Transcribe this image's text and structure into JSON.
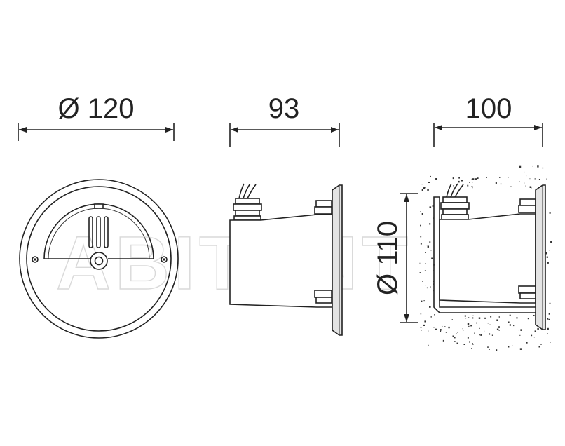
{
  "dimensions": {
    "front_diameter": "Ø 120",
    "side_depth": "93",
    "installed_depth": "100",
    "hole_diameter": "Ø 110"
  },
  "watermark": "ABITANT"
}
